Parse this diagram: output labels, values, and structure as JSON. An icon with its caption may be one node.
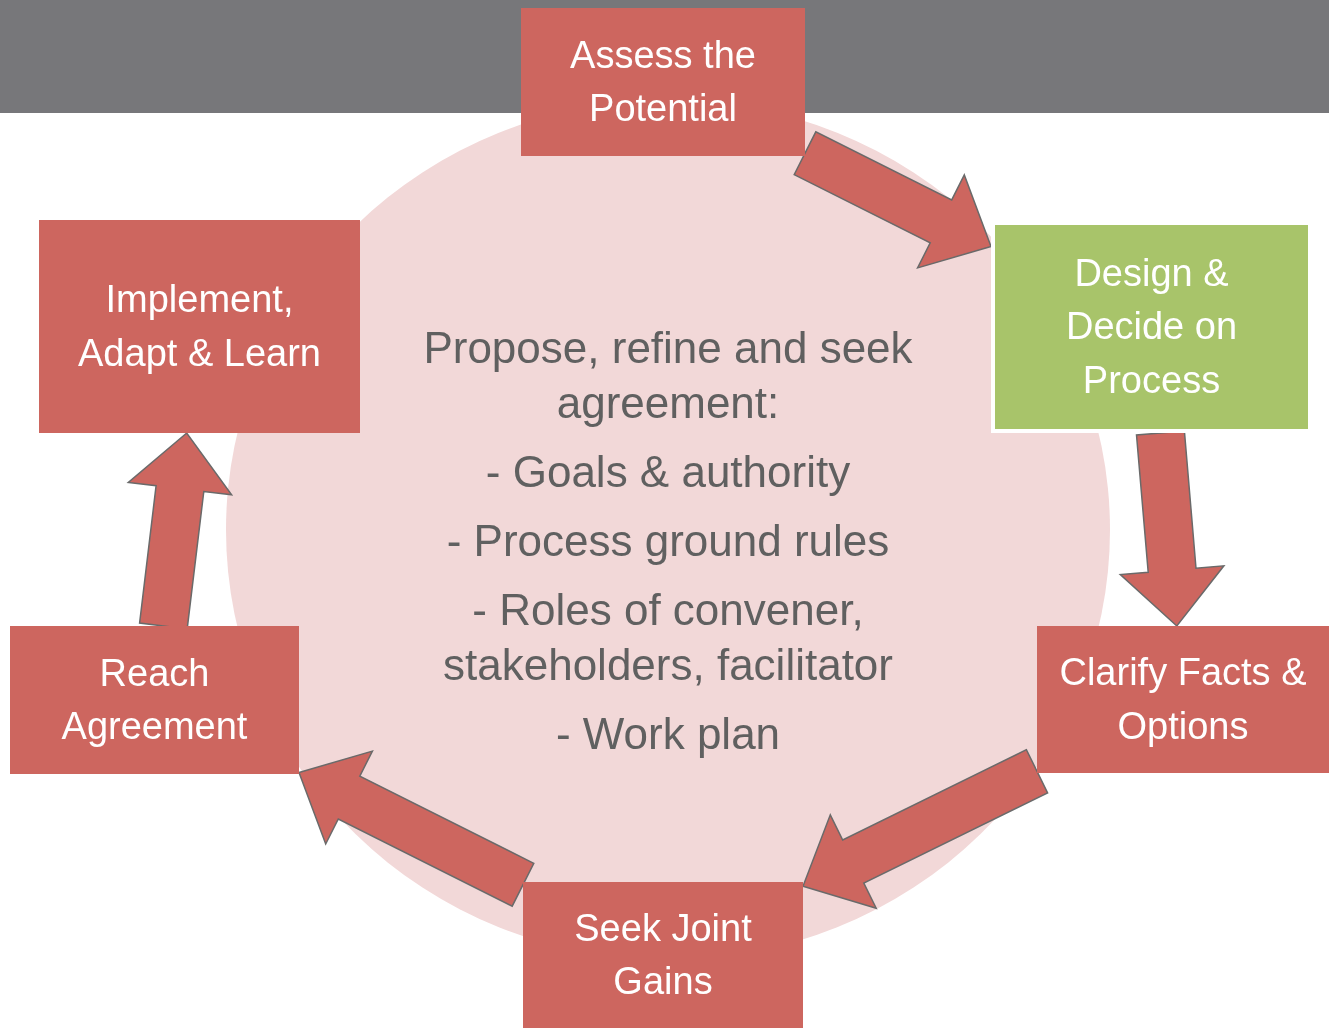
{
  "diagram": {
    "nodes": [
      {
        "text": [
          "Assess the Potential"
        ]
      },
      {
        "text": [
          "Design & Decide on Process"
        ]
      },
      {
        "text": [
          "Clarify Facts & Options"
        ]
      },
      {
        "text": [
          "Seek Joint Gains"
        ]
      },
      {
        "text": [
          "Reach Agreement"
        ]
      },
      {
        "text": [
          "Implement, Adapt & Learn"
        ]
      },
      {
        "text": [
          "Propose, refine and seek agreement:",
          "- Goals & authority",
          "- Process ground rules",
          "- Roles of convener, stakeholders, facilitator",
          "- Work plan"
        ]
      }
    ],
    "edges": [
      {
        "from": 0,
        "to": 1,
        "arrow": "to"
      },
      {
        "from": 1,
        "to": 2,
        "arrow": "to"
      },
      {
        "from": 2,
        "to": 3,
        "arrow": "to"
      },
      {
        "from": 3,
        "to": 4,
        "arrow": "to"
      },
      {
        "from": 4,
        "to": 5,
        "arrow": "to"
      }
    ]
  }
}
